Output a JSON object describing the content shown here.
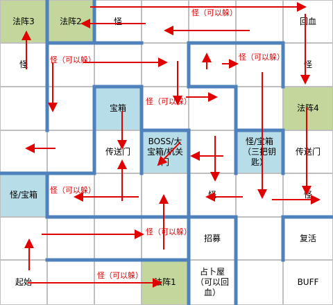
{
  "colors": {
    "wall": "#4f81bd",
    "arrow": "#e00000",
    "grid": "#bfbfbf",
    "array_cell": "#c3d69b",
    "chest_cell": "#b7dde8"
  },
  "cells": {
    "array3": "法阵3",
    "array2": "法阵2",
    "monster_r0c2": "怪",
    "monster_can_hide_r0": "怪（可以躲）",
    "restore_hp": "回血",
    "monster_r1c0": "怪",
    "monster_can_hide_r1": "怪（可以躲）",
    "monster_can_hide_r1b": "怪（可以躲）",
    "monster_r1c6": "怪",
    "treasure_chest": "宝箱",
    "monster_can_hide_r2": "怪（可以躲）",
    "array4": "法阵4",
    "teleport_door_left": "传送门",
    "boss_chest_gate": "BOSS/大宝箱/机关门",
    "monster_chest_three_keys": "怪/宝箱（三把钥匙）",
    "teleport_door_right": "传送门",
    "monster_chest_left": "怪/宝箱",
    "monster_can_hide_r4": "怪（可以躲）",
    "monster_r4c4": "怪",
    "monster_r4c6": "怪",
    "recruit": "招募",
    "monster_can_hide_r5": "怪（可以躲）",
    "revive": "复活",
    "start": "起始",
    "monster_can_hide_r6": "怪（可以躲）",
    "array1": "法阵1",
    "fortune_house": "占卜屋（可以回血）",
    "buff": "BUFF"
  }
}
